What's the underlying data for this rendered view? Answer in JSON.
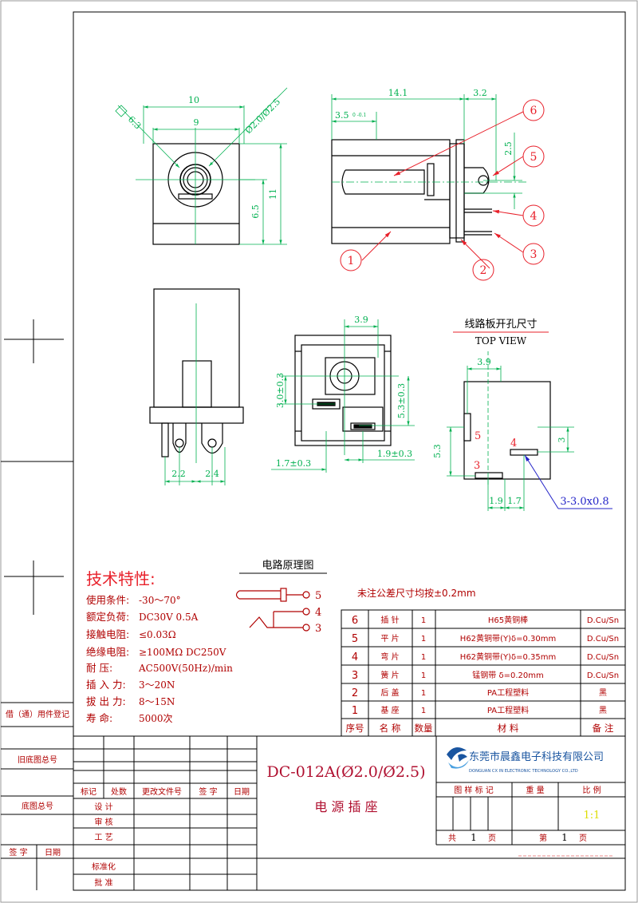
{
  "colors": {
    "body": "#000000",
    "dim": "#00b050",
    "accent": "#e8202a",
    "callout": "#2323c8",
    "spec": "#b00000",
    "title": "#b01030",
    "logo_blue": "#1a55a0",
    "scale": "#dddd00"
  },
  "top_view": {
    "w10": "10",
    "w9": "9",
    "diam": "Ø2.0/Ø2.5",
    "sq": "6.3",
    "h11": "11",
    "h65": "6.5"
  },
  "side_view": {
    "l141": "14.1",
    "l32": "3.2",
    "l35": "3.5",
    "l35tol": "0 -0.1",
    "h25": "2.5"
  },
  "bottom_view": {
    "w22": "2.2",
    "w24": "2.4"
  },
  "rear_view": {
    "w39": "3.9",
    "h30": "3.0±0.3",
    "h53": "5.3±0.3",
    "w17": "1.7±0.3",
    "w19": "1.9±0.3"
  },
  "pcb": {
    "title_cn": "线路板开孔尺寸",
    "title_en": "TOP VIEW",
    "w39": "3.9",
    "h53": "5.3",
    "h3": "3",
    "w19": "1.9",
    "w17": "1.7",
    "hole": "3-3.0x0.8",
    "pin5": "5",
    "pin4": "4",
    "pin3": "3"
  },
  "callouts": [
    "1",
    "2",
    "3",
    "4",
    "5",
    "6"
  ],
  "spec": {
    "title": "技术特性:",
    "lines": [
      {
        "label": "使用条件:",
        "value": "-30～70°"
      },
      {
        "label": "额定负荷:",
        "value": "DC30V 0.5A"
      },
      {
        "label": "接触电阻:",
        "value": "≤0.03Ω"
      },
      {
        "label": "绝缘电阻:",
        "value": "≥100MΩ  DC250V"
      },
      {
        "label": "耐    压:",
        "value": "AC500V(50Hz)/min"
      },
      {
        "label": "插 入 力:",
        "value": "3～20N"
      },
      {
        "label": "拔 出 力:",
        "value": "8～15N"
      },
      {
        "label": "寿    命:",
        "value": "5000次"
      }
    ]
  },
  "schematic": {
    "title": "电路原理图",
    "p5": "5",
    "p4": "4",
    "p3": "3"
  },
  "tolerance_note": "未注公差尺寸均按±0.2mm",
  "bom": {
    "header": [
      "序号",
      "名 称",
      "数量",
      "材    料",
      "备 注"
    ],
    "rows": [
      [
        "6",
        "插  针",
        "1",
        "H65黄铜棒",
        "D.Cu/Sn"
      ],
      [
        "5",
        "平  片",
        "1",
        "H62黄铜带(Y)δ=0.30mm",
        "D.Cu/Sn"
      ],
      [
        "4",
        "弯  片",
        "1",
        "H62黄铜带(Y)δ=0.35mm",
        "D.Cu/Sn"
      ],
      [
        "3",
        "簧  片",
        "1",
        "锰钢带    δ=0.20mm",
        "D.Cu/Sn"
      ],
      [
        "2",
        "后  盖",
        "1",
        "PA工程塑料",
        "黑"
      ],
      [
        "1",
        "基  座",
        "1",
        "PA工程塑料",
        "黑"
      ]
    ]
  },
  "title_block": {
    "part_no": "DC-012A(Ø2.0/Ø2.5)",
    "part_name": "电 源 插 座",
    "company_cn": "东莞市晨鑫电子科技有限公司",
    "company_en": "DONGUAN CX IN ELECTRONIC TECHNOLOGY CO.,LTD",
    "col_heads": [
      "标记",
      "处数",
      "更改文件号",
      "签 字",
      "日期"
    ],
    "roles": [
      "设  计",
      "审  核",
      "工  艺",
      "标准化",
      "批  准"
    ],
    "mark_label": "图 样 标 记",
    "weight_label": "重 量",
    "scale_label": "比 例",
    "scale_value": "1:1",
    "total": "共",
    "total_n": "1",
    "page_unit": "页",
    "page": "第",
    "page_n": "1",
    "page_unit2": "页"
  },
  "margin": {
    "borrow": "借（通）用件登记",
    "old_base": "旧底图总号",
    "base": "底图总号",
    "sign": "签 字",
    "date": "日期"
  }
}
